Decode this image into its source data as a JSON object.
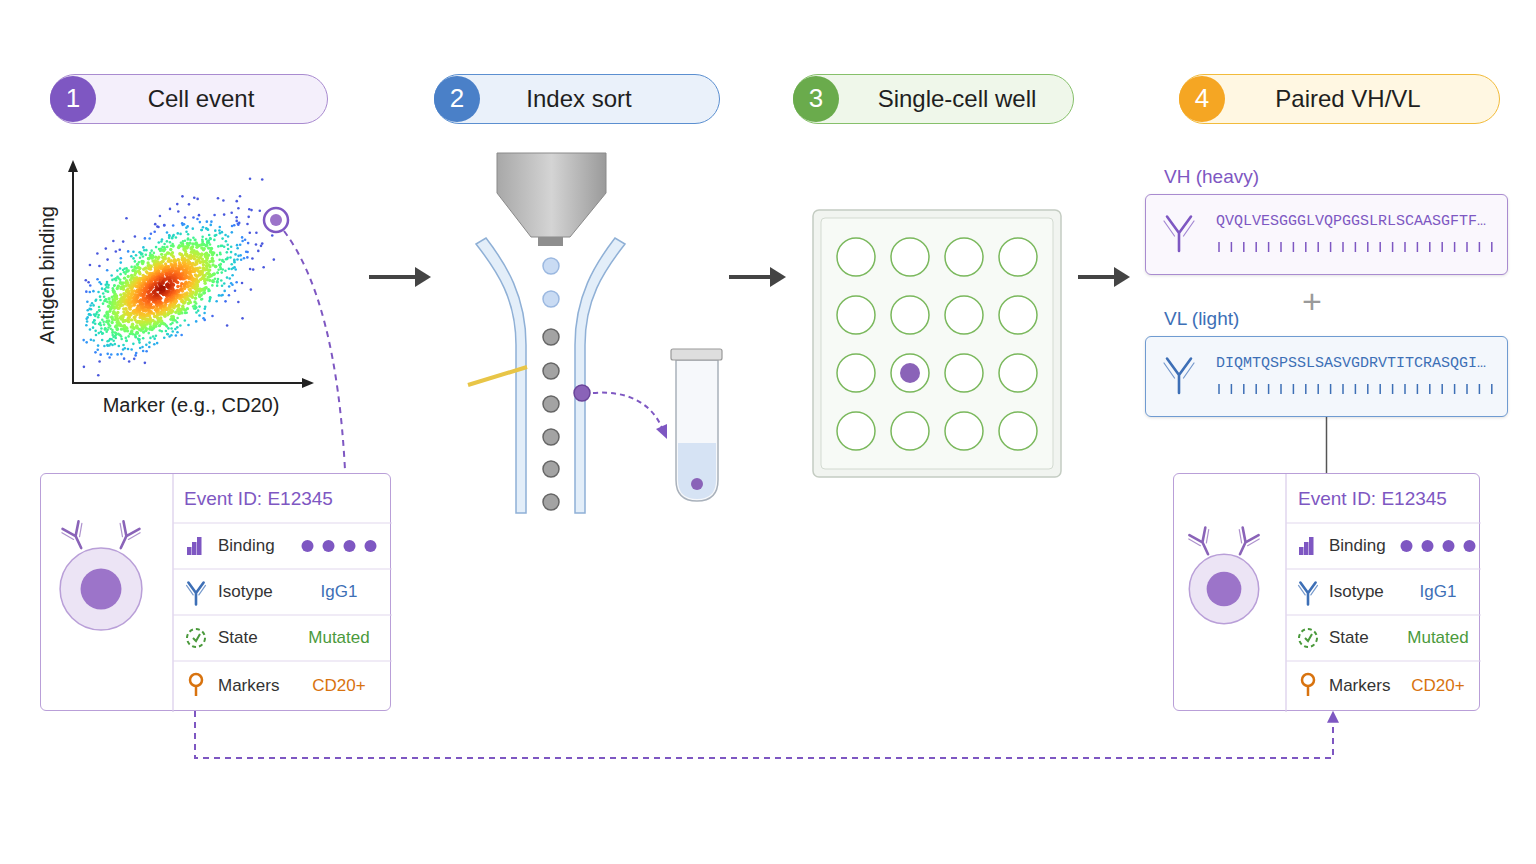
{
  "diagram": {
    "nodes": [
      {
        "text": [
          "Cell event"
        ]
      },
      {
        "text": [
          "1"
        ],
        "in": 0
      },
      {
        "text": [
          "Index sort"
        ]
      },
      {
        "text": [
          "2"
        ],
        "in": 2
      },
      {
        "text": [
          "Single-cell well"
        ]
      },
      {
        "text": [
          "3"
        ],
        "in": 4
      },
      {
        "text": [
          "Paired VH/VL"
        ]
      },
      {
        "text": [
          "4"
        ],
        "in": 6
      },
      {
        "text": [
          "Event ID: E12345",
          "Binding",
          "Isotype",
          "IgG1",
          "State",
          "Mutated",
          "Markers",
          "CD20+"
        ]
      },
      {
        "text": [
          "VH (heavy)",
          "QVQLVESGGGLVQPGGSLRLSCAASGFTF…"
        ]
      },
      {
        "text": [
          "VL (light)",
          "DIQMTQSPSSLSASVGDRVTITCRASQGI…"
        ]
      },
      {
        "text": [
          "Event ID: E12345",
          "Binding",
          "Isotype",
          "IgG1",
          "State",
          "Mutated",
          "Markers",
          "CD20+"
        ]
      }
    ],
    "edges": [
      {
        "from": 10,
        "to": 11,
        "arrow": "none"
      },
      {
        "from": 8,
        "to": 11,
        "arrow": "to"
      }
    ],
    "labels": [
      "Antigen binding",
      "Marker (e.g., CD20)",
      "+"
    ]
  }
}
